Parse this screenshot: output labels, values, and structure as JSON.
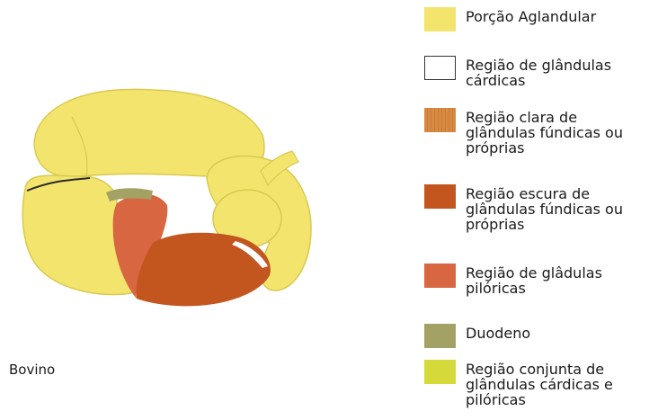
{
  "caption": "Bovino",
  "legend": [
    {
      "label": "Porção Aglandular",
      "color": "#f3e46e"
    },
    {
      "label": "Região de glândulas\ncárdicas",
      "color": "#ffffff",
      "border": "#333333"
    },
    {
      "label": "Região clara de\nglândulas fúndicas ou\npróprias",
      "color": "#d98a42",
      "striped": true
    },
    {
      "label": "Região escura de\nglândulas fúndicas ou\npróprias",
      "color": "#c2561e"
    },
    {
      "label": "Região de glâdulas\npilóricas",
      "color": "#d86640"
    },
    {
      "label": "Duodeno",
      "color": "#a3a264"
    },
    {
      "label": "Região conjunta de\nglândulas cárdicas e\npilóricas",
      "color": "#d6d93a"
    }
  ]
}
